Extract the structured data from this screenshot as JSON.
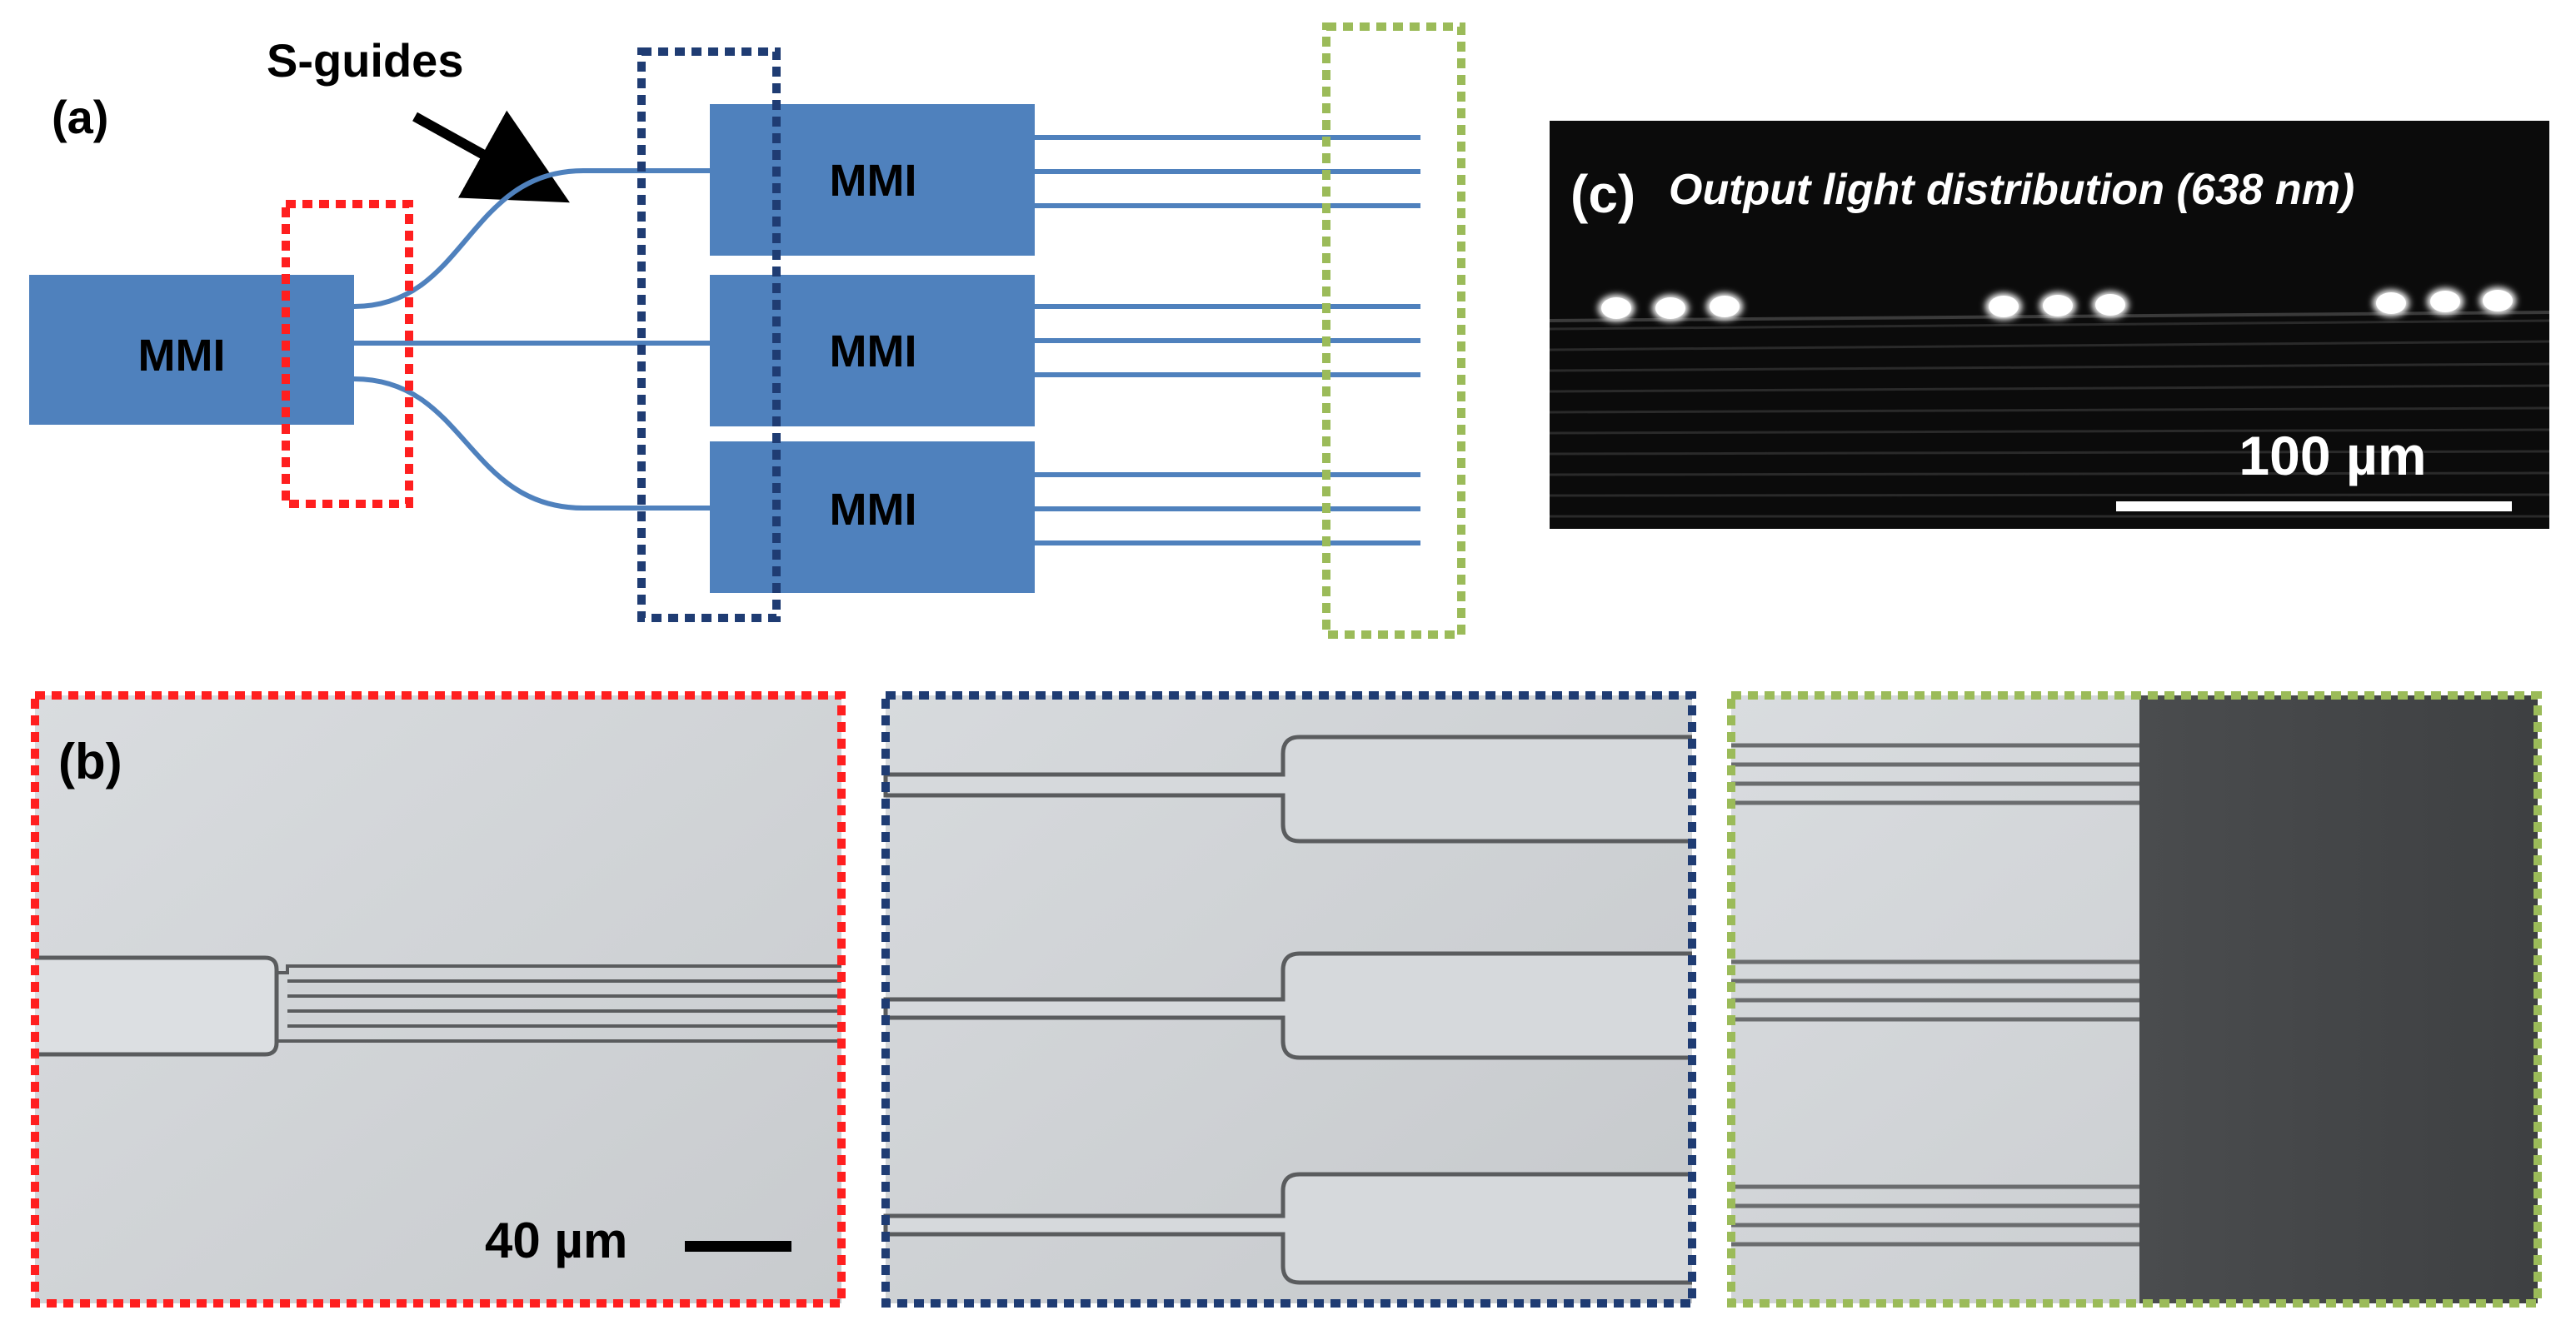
{
  "panel_a": {
    "label": "(a)",
    "annotation": "S-guides",
    "mmi_main": "MMI",
    "mmi_top": "MMI",
    "mmi_mid": "MMI",
    "mmi_bot": "MMI"
  },
  "panel_b": {
    "label": "(b)",
    "scale_bar": "40 µm"
  },
  "panel_c": {
    "label": "(c)",
    "title": "Output light distribution (638 nm)",
    "scale_bar": "100 µm"
  },
  "colors": {
    "mmi_fill": "#4f81bd",
    "waveguide": "#4f81bd",
    "box_red": "#ff1f1f",
    "box_blue": "#1f3c73",
    "box_green": "#9bbb59"
  }
}
